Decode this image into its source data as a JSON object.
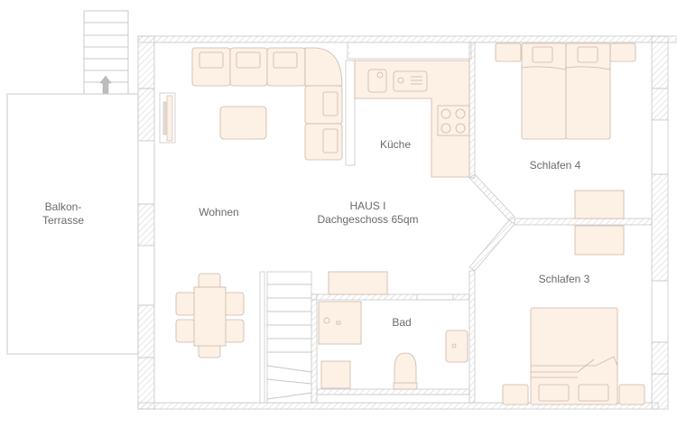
{
  "plan": {
    "title": "HAUS I",
    "subtitle": "Dachgeschoss 65qm",
    "rooms": {
      "balcony": "Balkon-",
      "balcony_line2": "Terrasse",
      "living": "Wohnen",
      "kitchen": "Küche",
      "bedroom4": "Schlafen 4",
      "bedroom3": "Schlafen 3",
      "bath": "Bad"
    }
  },
  "colors": {
    "wall_line": "#c8c8c8",
    "furniture_fill": "#fdf0e4",
    "furniture_stroke": "#c9b8a8",
    "text": "#6a6a6a",
    "arrow": "#b8b8b8"
  }
}
